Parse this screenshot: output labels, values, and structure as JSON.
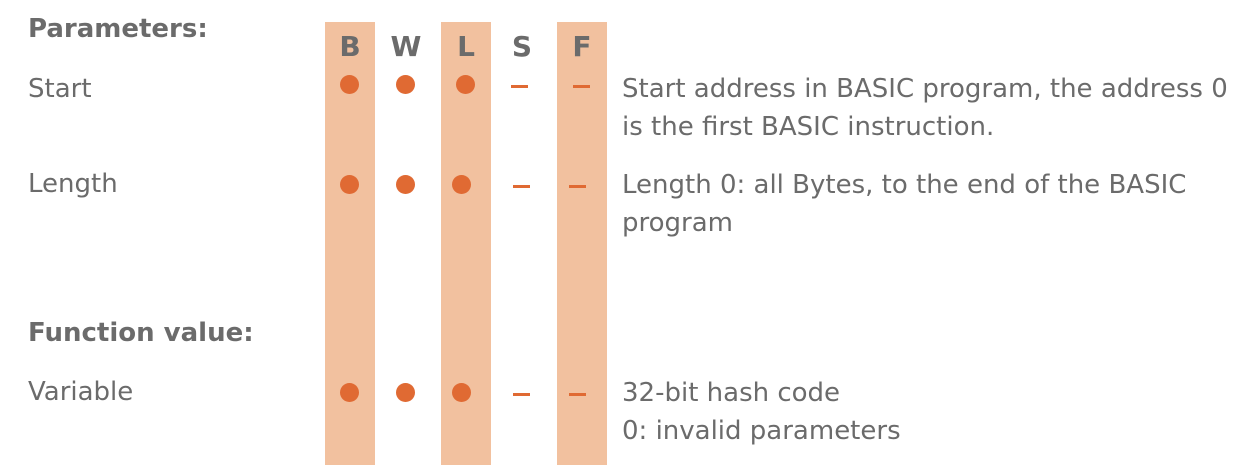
{
  "headings": {
    "parameters": "Parameters:",
    "function_value": "Function value:"
  },
  "columns": [
    "B",
    "W",
    "L",
    "S",
    "F"
  ],
  "rows": [
    {
      "label": "Start",
      "marks": [
        "dot",
        "dot",
        "dot",
        "dash",
        "dash"
      ],
      "description": [
        "Start address in BASIC program, the address 0",
        "is the first BASIC instruction."
      ]
    },
    {
      "label": "Length",
      "marks": [
        "dot",
        "dot",
        "dot",
        "dash",
        "dash"
      ],
      "description": [
        "Length 0: all Bytes, to the end of the BASIC",
        "program"
      ]
    },
    {
      "label": "Variable",
      "marks": [
        "dot",
        "dot",
        "dot",
        "dash",
        "dash"
      ],
      "description": [
        "32-bit hash code",
        "0: invalid parameters"
      ]
    }
  ],
  "colors": {
    "band": "#f2c19f",
    "marker": "#e06a33",
    "text": "#6b6b6b"
  }
}
